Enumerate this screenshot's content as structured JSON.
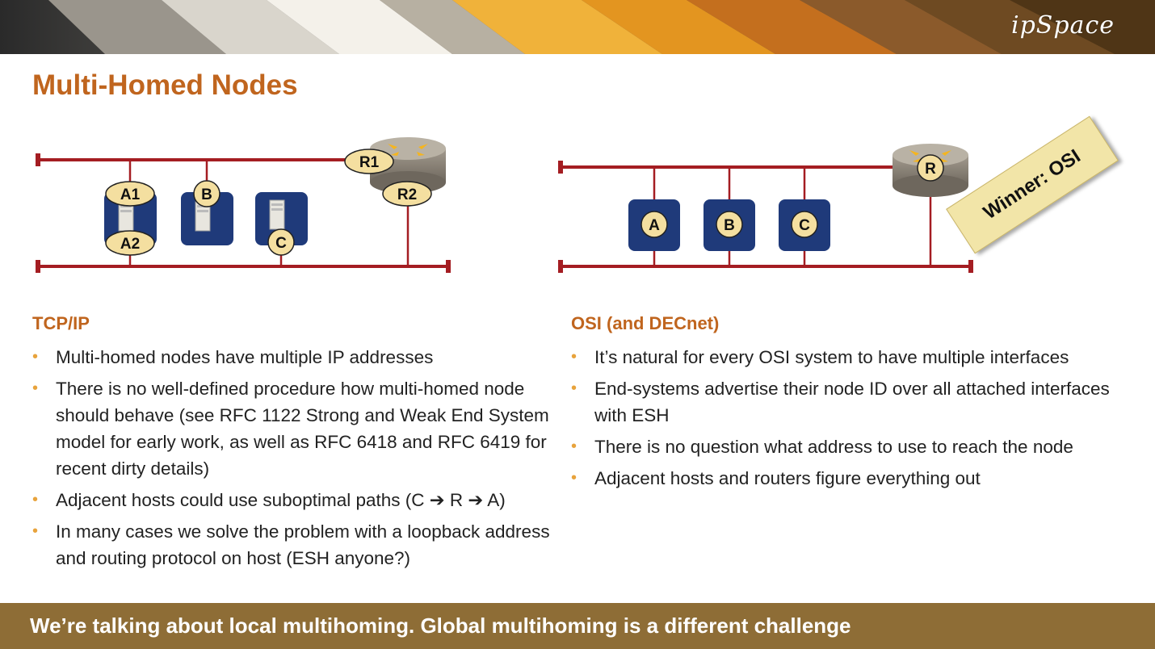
{
  "slide": {
    "logo": "ipSpace",
    "title": "Multi-Homed Nodes",
    "footer": "We’re talking about local multihoming. Global multihoming is a different challenge"
  },
  "tcpip": {
    "heading": "TCP/IP",
    "bullets": [
      "Multi-homed nodes have multiple IP addresses",
      "There is no well-defined procedure how multi-homed node should behave (see RFC 1122 Strong and Weak End System model for early work, as well as RFC 6418 and RFC 6419 for recent dirty details)",
      "Adjacent hosts could use suboptimal paths (C ➔ R ➔ A)",
      "In many cases we solve the problem with a loopback address and routing protocol on host (ESH anyone?)"
    ],
    "diagram": {
      "labels": {
        "a1": "A1",
        "a2": "A2",
        "b": "B",
        "c": "C",
        "r1": "R1",
        "r2": "R2"
      }
    }
  },
  "osi": {
    "heading": "OSI (and DECnet)",
    "bullets": [
      "It’s natural for every OSI system to have multiple interfaces",
      "End-systems advertise their node ID over all attached interfaces with ESH",
      "There is no question what address to use to reach the node",
      "Adjacent hosts and routers figure everything out"
    ],
    "diagram": {
      "labels": {
        "a": "A",
        "b": "B",
        "c": "C",
        "r": "R"
      }
    },
    "callout": "Winner: OSI"
  },
  "colors": {
    "accent": "#c0651e",
    "bullet": "#e8a33c",
    "wire": "#a41d22",
    "node_box": "#1f3a7a",
    "label_fill": "#f4dfa0",
    "footer": "#8e6d36"
  }
}
